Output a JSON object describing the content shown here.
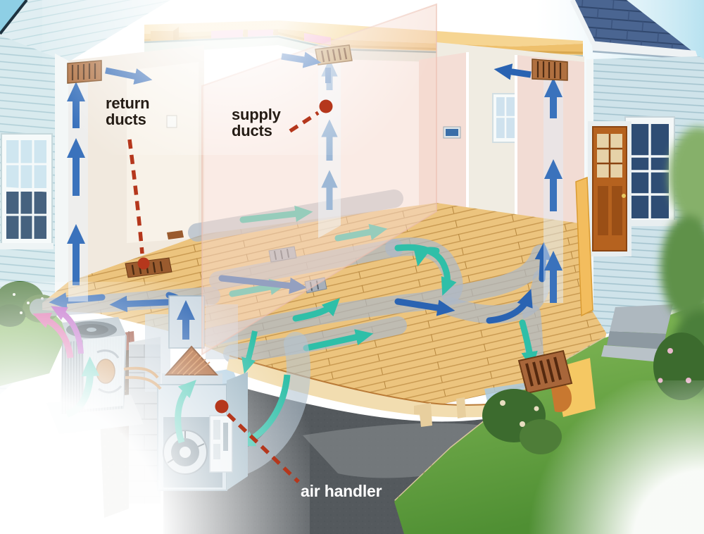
{
  "callouts": [
    {
      "id": "return-ducts",
      "line1": "return",
      "line2": "ducts"
    },
    {
      "id": "supply-ducts",
      "line1": "supply",
      "line2": "ducts"
    },
    {
      "id": "air-handler",
      "line1": "air handler",
      "line2": ""
    }
  ],
  "colors": {
    "callout_red": "#b5371c",
    "label_dark": "#241c15",
    "label_light": "#ffffff",
    "supply_air_teal": "#2fbfa8",
    "return_air_blue": "#2a63b2",
    "chase_arrow_blue": "#3a72bc",
    "soft_riser_blue": "#9db8d6",
    "roof_shingle_blue": "#4a6591",
    "siding_light_blue": "#d6e8ee",
    "attic_deck_tan": "#f0c170",
    "insulation_pink": "#f4aac6",
    "wood_floor_tan": "#ecc47e",
    "duct_gray": "#aab6c4",
    "register_brown": "#8a5526",
    "basement_gray": "#54595d",
    "foundation_gray": "#b6bfc5",
    "soil_brown": "#47331f",
    "grass_green": "#63a23e",
    "door_orange": "#b5621f",
    "condenser_exhaust_pink": "#d8569e",
    "condenser_exhaust_magenta": "#b44fc0"
  }
}
